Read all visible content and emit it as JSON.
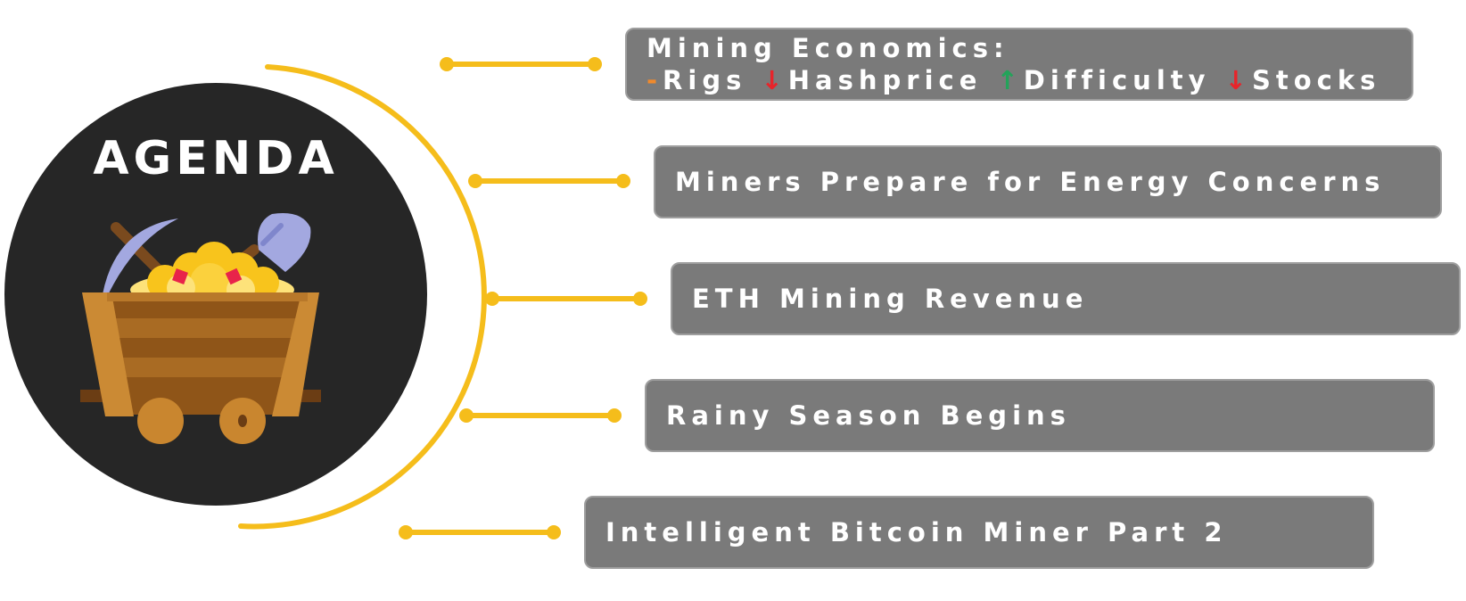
{
  "agenda": {
    "title": "AGENDA"
  },
  "colors": {
    "accent": "#f5bd1b",
    "circle": "#262626",
    "box": "#7a7a7a",
    "flat": "#f08a2c",
    "down": "#e8242a",
    "up": "#23a35a"
  },
  "icons": [
    "pickaxe-icon",
    "shovel-icon",
    "mine-cart-icon",
    "gold-nuggets-icon"
  ],
  "items": [
    {
      "title": "Mining Economics:",
      "metrics": [
        {
          "indicator": "-",
          "trend": "flat",
          "label": "Rigs"
        },
        {
          "indicator": "↓",
          "trend": "down",
          "label": "Hashprice"
        },
        {
          "indicator": "↑",
          "trend": "up",
          "label": "Difficulty"
        },
        {
          "indicator": "↓",
          "trend": "down",
          "label": "Stocks"
        }
      ]
    },
    {
      "label": "Miners Prepare for Energy Concerns"
    },
    {
      "label": "ETH Mining Revenue"
    },
    {
      "label": "Rainy Season Begins"
    },
    {
      "label": "Intelligent Bitcoin Miner Part 2"
    }
  ]
}
